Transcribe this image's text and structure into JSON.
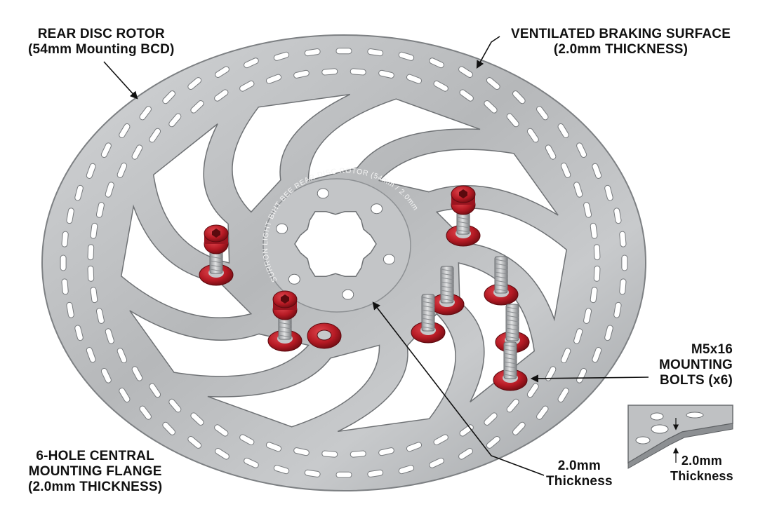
{
  "labels": {
    "rear_rotor": {
      "line1": "REAR DISC ROTOR",
      "line2": "(54mm Mounting BCD)"
    },
    "braking_surface": {
      "line1": "VENTILATED BRAKING SURFACE",
      "line2": "(2.0mm THICKNESS)"
    },
    "bolts": {
      "line1": "M5x16",
      "line2": "MOUNTING",
      "line3": "BOLTS (x6)"
    },
    "flange": {
      "line1": "6-HOLE CENTRAL",
      "line2": "MOUNTING FLANGE",
      "line3": "(2.0mm THICKNESS)"
    },
    "thickness_center": {
      "line1": "2.0mm",
      "line2": "Thickness"
    },
    "thickness_inset": {
      "line1": "2.0mm",
      "line2": "Thickness"
    }
  },
  "rotor_engraving": "SURRON LIGHT BIHT BEE REAR DISC ROTOR (54mm / 2.0mm)",
  "colors": {
    "steel": "#b9bbbd",
    "steel_dark": "#8d9093",
    "anodized_red": "#b51a24",
    "bolt_steel": "#c9cbcd",
    "text": "#111111"
  }
}
